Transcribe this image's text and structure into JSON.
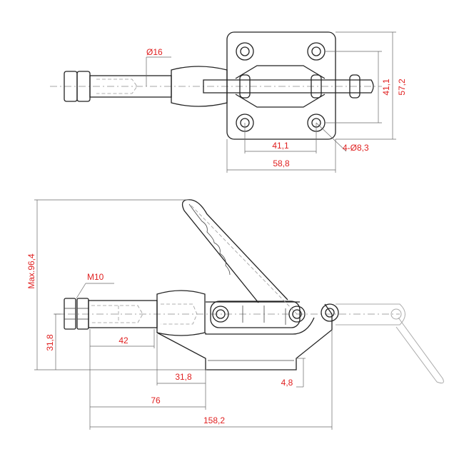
{
  "title": "Push-pull toggle clamp dimension drawing",
  "colors": {
    "dimension_text": "#e02020",
    "outline": "#222222"
  },
  "top_view": {
    "plunger_diameter": "Ø16",
    "hole_spacing_vertical": "41,1",
    "plate_height": "57,2",
    "hole_spacing_horizontal": "41,1",
    "holes": "4-Ø8,3",
    "plate_width": "58,8"
  },
  "side_view": {
    "max_height": "Max.96,4",
    "thread": "M10",
    "center_height": "31,8",
    "thread_length": "42",
    "barrel_to_base": "31,8",
    "base_thickness": "4,8",
    "stroke_length": "76",
    "overall_length": "158,2"
  }
}
